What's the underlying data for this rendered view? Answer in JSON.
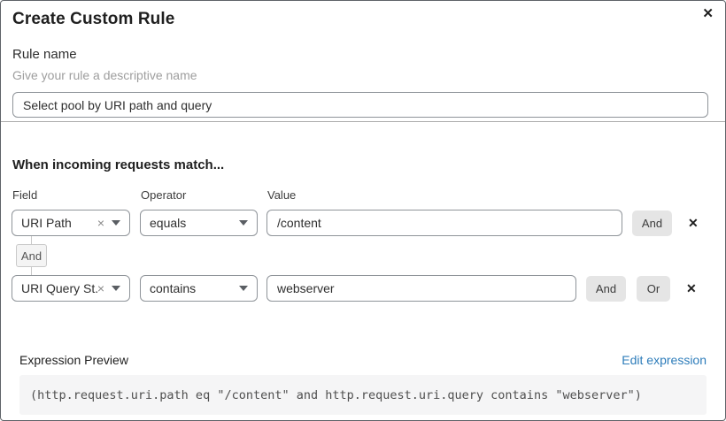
{
  "dialog": {
    "title": "Create Custom Rule",
    "close_icon": "✕"
  },
  "rule_name": {
    "label": "Rule name",
    "help": "Give your rule a descriptive name",
    "value": "Select pool by URI path and query"
  },
  "match": {
    "heading": "When incoming requests match...",
    "columns": {
      "field": "Field",
      "operator": "Operator",
      "value": "Value"
    },
    "connector_label": "And",
    "rows": [
      {
        "field": "URI Path",
        "operator": "equals",
        "value": "/content",
        "and_label": "And",
        "clear_icon": "×",
        "remove_icon": "✕"
      },
      {
        "field": "URI Query St...",
        "operator": "contains",
        "value": "webserver",
        "and_label": "And",
        "or_label": "Or",
        "clear_icon": "×",
        "remove_icon": "✕"
      }
    ]
  },
  "expression": {
    "label": "Expression Preview",
    "edit_link": "Edit expression",
    "code": "(http.request.uri.path eq \"/content\" and http.request.uri.query contains \"webserver\")"
  },
  "colors": {
    "link_blue": "#2d7cba",
    "button_gray": "#e5e5e5",
    "border_gray": "#8f9499",
    "code_bg": "#f5f5f6"
  }
}
